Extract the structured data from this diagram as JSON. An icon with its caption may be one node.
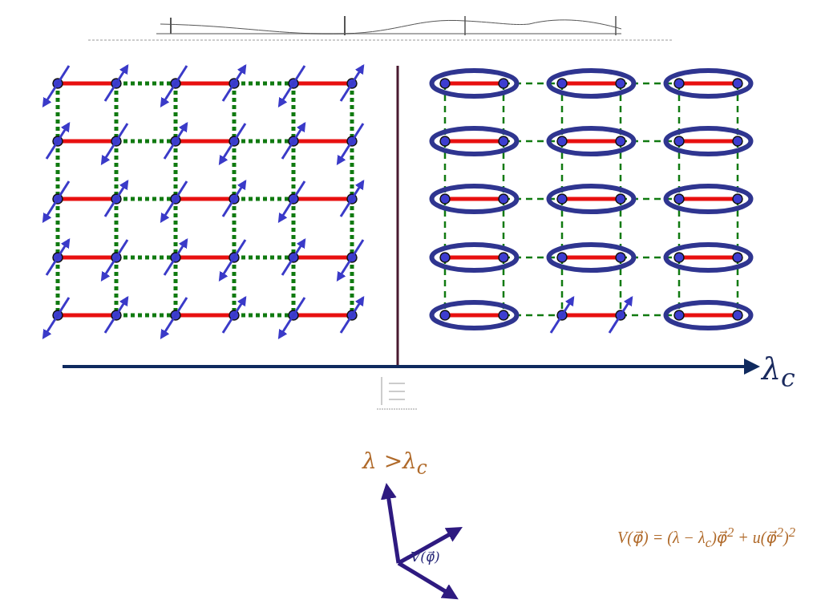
{
  "diagram": {
    "labels": [
      "λ$_{c}$",
      "λ >λ$_{c}$",
      "V(φ⃗)",
      "V(φ⃗) = (λ − λ$_{c}$)φ⃗$^{2}$ + u(φ⃗$^{2}$)$^{2}$"
    ]
  }
}
